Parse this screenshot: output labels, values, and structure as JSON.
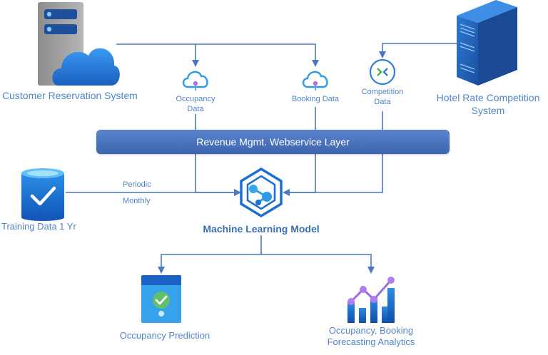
{
  "nodes": {
    "reservation": {
      "label": "Customer Reservation System"
    },
    "competition_system": {
      "label_line1": "Hotel Rate Competition",
      "label_line2": "System"
    },
    "occupancy_data": {
      "label_line1": "Occupancy",
      "label_line2": "Data"
    },
    "booking_data": {
      "label": "Booking Data"
    },
    "competition_data": {
      "label_line1": "Competition",
      "label_line2": "Data"
    },
    "service_layer": {
      "label": "Revenue Mgmt. Webservice Layer"
    },
    "training_data": {
      "label": "Training Data 1 Yr"
    },
    "ml_model": {
      "label": "Machine Learning Model"
    },
    "occupancy_prediction": {
      "label": "Occupancy Prediction"
    },
    "analytics": {
      "label_line1": "Occupancy, Booking",
      "label_line2": "Forecasting Analytics"
    }
  },
  "edges": {
    "training_to_model": {
      "label_top": "Periodic",
      "label_bottom": "Monthly"
    }
  },
  "colors": {
    "arrow": "#4a78c2",
    "label": "#4f86c6",
    "bar": "#4a72bd",
    "icon_blue": "#2f7fd8",
    "icon_purple": "#9b6de0"
  }
}
